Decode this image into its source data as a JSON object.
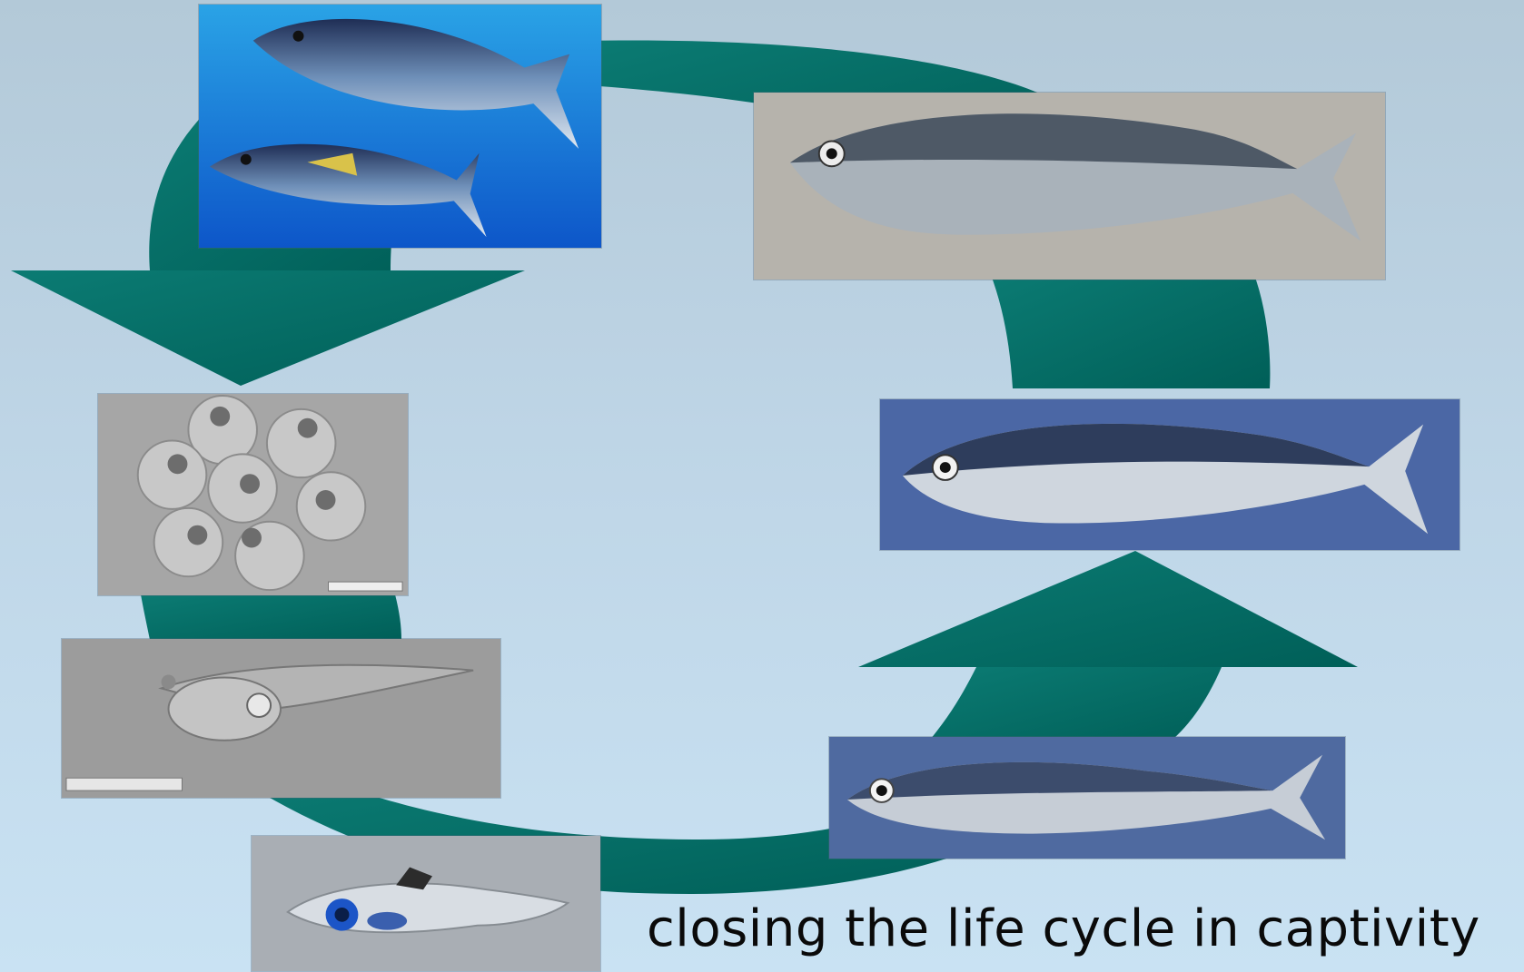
{
  "caption": "closing the life cycle in captivity",
  "colors": {
    "arrow": "#006a63",
    "arrow_edge": "#00564f",
    "background_top": "#b3c9d8",
    "background_bottom": "#c9e2f3"
  },
  "stages": [
    {
      "name": "adult-tuna-pair-photo"
    },
    {
      "name": "eggs-photo"
    },
    {
      "name": "yolk-sac-larva-photo"
    },
    {
      "name": "larva-photo"
    },
    {
      "name": "juvenile-photo"
    },
    {
      "name": "young-tuna-photo"
    },
    {
      "name": "subadult-tuna-photo"
    }
  ]
}
